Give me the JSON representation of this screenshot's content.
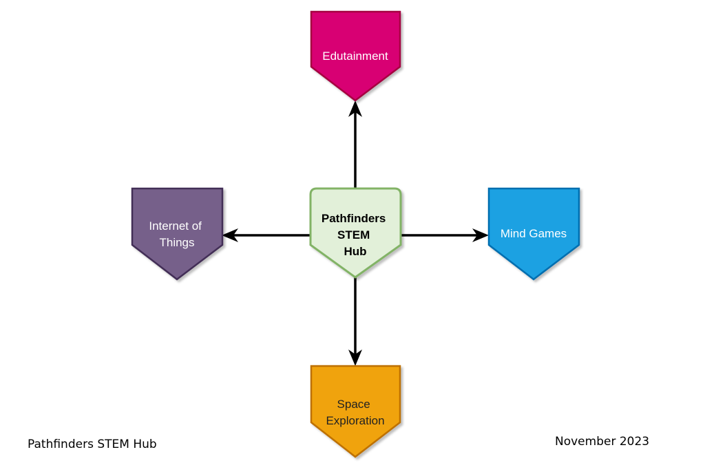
{
  "diagram": {
    "hub": {
      "lines": [
        "Pathfinders",
        "STEM",
        "Hub"
      ],
      "fill": "#e2f0d9",
      "stroke": "#82b366"
    },
    "nodes": [
      {
        "id": "edutainment",
        "lines": [
          "Edutainment"
        ],
        "fill": "#d80073",
        "stroke": "#a50040"
      },
      {
        "id": "iot",
        "lines": [
          "Internet of",
          "Things"
        ],
        "fill": "#76608a",
        "stroke": "#432d57"
      },
      {
        "id": "mind-games",
        "lines": [
          "Mind Games"
        ],
        "fill": "#1ba1e2",
        "stroke": "#006eaf"
      },
      {
        "id": "space",
        "lines": [
          "Space",
          "Exploration"
        ],
        "fill": "#f0a30a",
        "stroke": "#bd7000"
      }
    ]
  },
  "footer": {
    "left": "Pathfinders STEM Hub",
    "right": "November 2023"
  }
}
